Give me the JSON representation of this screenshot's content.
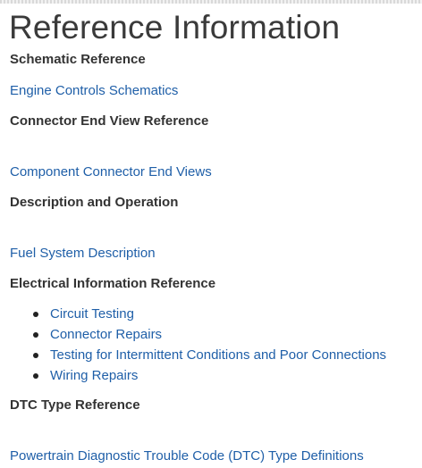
{
  "title": "Reference Information",
  "sections": {
    "schematic": {
      "heading": "Schematic Reference",
      "link": "Engine Controls Schematics"
    },
    "connector": {
      "heading": "Connector End View Reference",
      "link": "Component Connector End Views"
    },
    "description": {
      "heading": "Description and Operation",
      "link": "Fuel System Description"
    },
    "electrical": {
      "heading": "Electrical Information Reference",
      "items": [
        "Circuit Testing",
        "Connector Repairs",
        "Testing for Intermittent Conditions and Poor Connections",
        "Wiring Repairs"
      ]
    },
    "dtc": {
      "heading": "DTC Type Reference",
      "link": "Powertrain Diagnostic Trouble Code (DTC) Type Definitions"
    }
  },
  "colors": {
    "link": "#1f5fa8",
    "text": "#333333"
  }
}
